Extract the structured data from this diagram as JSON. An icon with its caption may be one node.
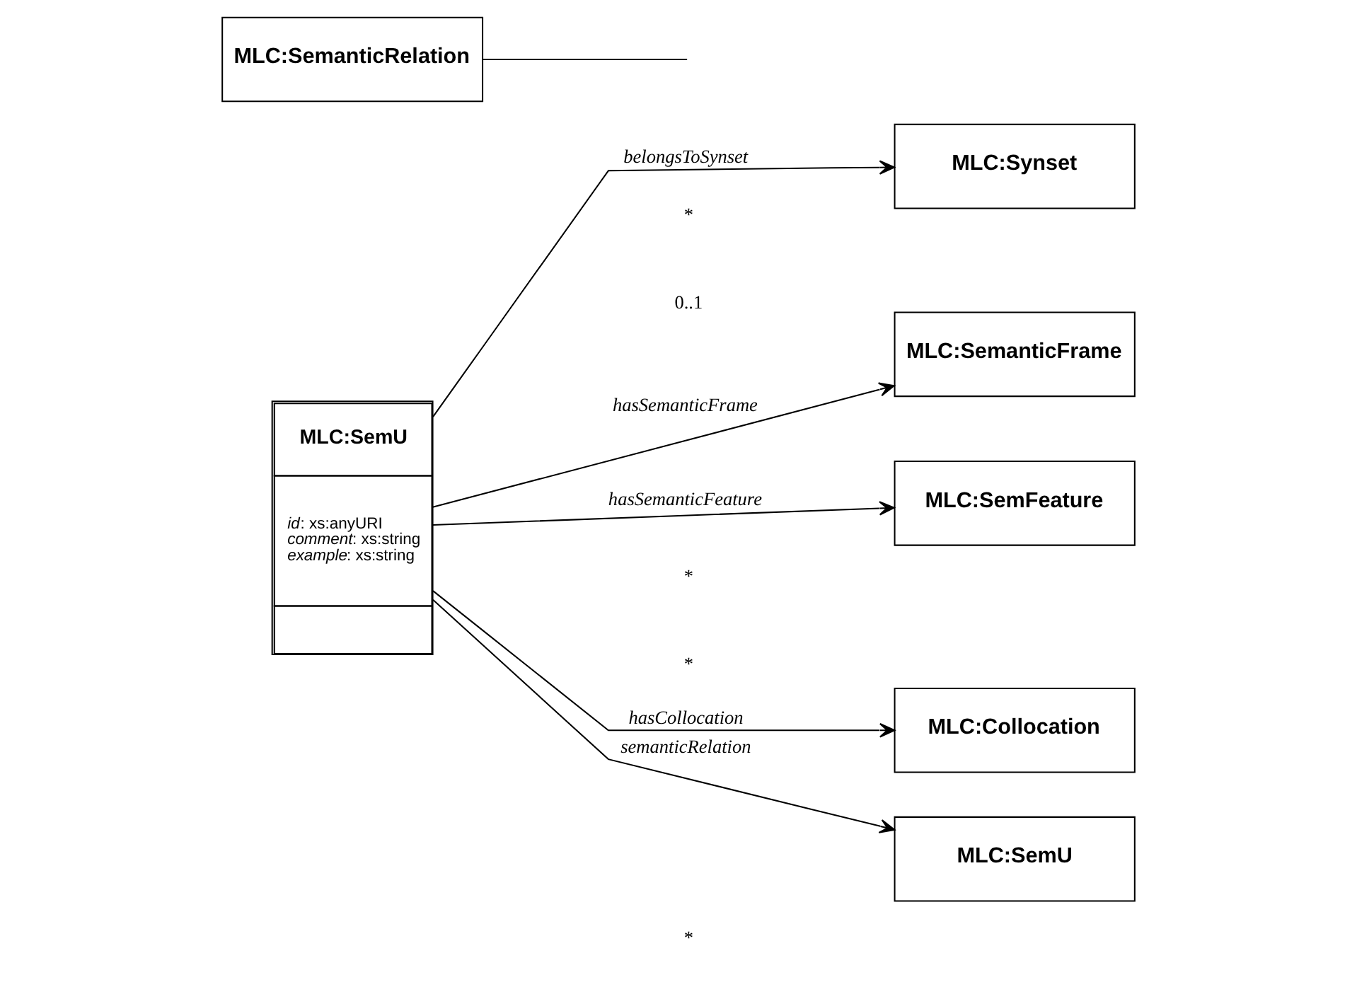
{
  "diagram": {
    "nodes": [
      {
        "text": [
          "MLC:SemU",
          "*id*: xs:anyURI *comment*: xs:string *example*: xs:string"
        ]
      },
      {
        "text": [
          "MLC:Synset"
        ]
      },
      {
        "text": [
          "MLC:SemanticFrame"
        ]
      },
      {
        "text": [
          "MLC:SemFeature"
        ]
      },
      {
        "text": [
          "MLC:Collocation"
        ]
      },
      {
        "text": [
          "MLC:SemU"
        ]
      },
      {
        "text": [
          "MLC:SemanticRelation"
        ]
      }
    ],
    "edges": [
      {
        "from": 0,
        "to": 1,
        "arrow": "to",
        "label": "belongsToSynset"
      },
      {
        "from": 0,
        "to": 2,
        "arrow": "to",
        "label": "hasSemanticFrame"
      },
      {
        "from": 0,
        "to": 3,
        "arrow": "to",
        "label": "hasSemanticFeature"
      },
      {
        "from": 0,
        "to": 4,
        "arrow": "to",
        "label": "hasCollocation"
      },
      {
        "from": 0,
        "to": 5,
        "arrow": "to",
        "label": "semanticRelation"
      },
      {
        "from": 6,
        "to": null,
        "arrow": "none"
      }
    ],
    "labels": [
      "*",
      "0..1",
      "*",
      "*",
      "*"
    ]
  }
}
